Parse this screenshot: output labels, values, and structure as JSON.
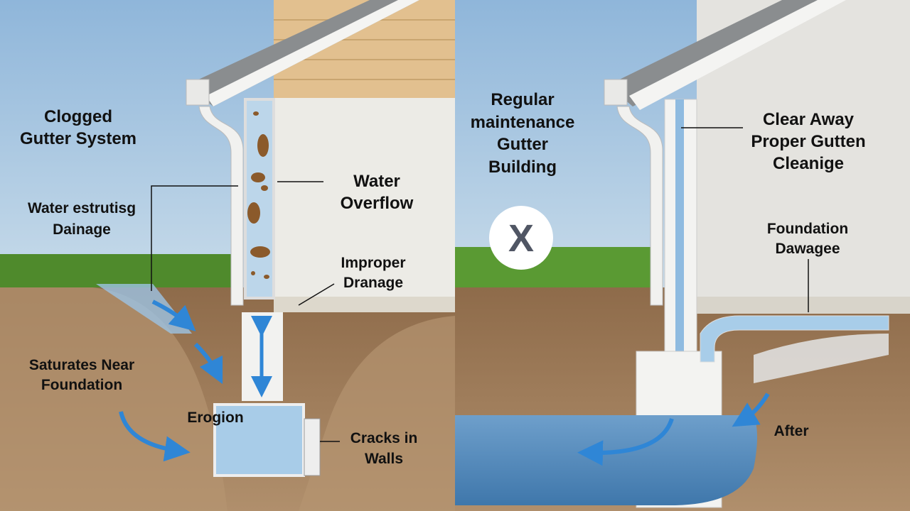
{
  "left_panel": {
    "title": [
      "Clogged",
      "Gutter System"
    ],
    "water_drainage": [
      "Water estrutisg",
      "Dainage"
    ],
    "water_overflow": [
      "Water",
      "Overflow"
    ],
    "improper_drainage": [
      "Improper",
      "Dranage"
    ],
    "saturates": [
      "Saturates Near",
      "Foundation"
    ],
    "erosion": "Erogion",
    "cracks": [
      "Cracks in",
      "Walls"
    ]
  },
  "right_panel": {
    "title": [
      "Regular",
      "maintenance",
      "Gutter",
      "Building"
    ],
    "x_badge": "X",
    "clear_away": [
      "Clear Away",
      "Proper Gutten",
      "Cleanige"
    ],
    "foundation_damage": [
      "Foundation",
      "Dawagee"
    ],
    "after": "After"
  },
  "colors": {
    "sky": "#a9c6e0",
    "grass": "#4f8a2c",
    "soil": "#a07f5c",
    "water": "#4f86b8",
    "arrow": "#2f86d6",
    "wall": "#ecebe6",
    "siding": "#e2c08f"
  }
}
